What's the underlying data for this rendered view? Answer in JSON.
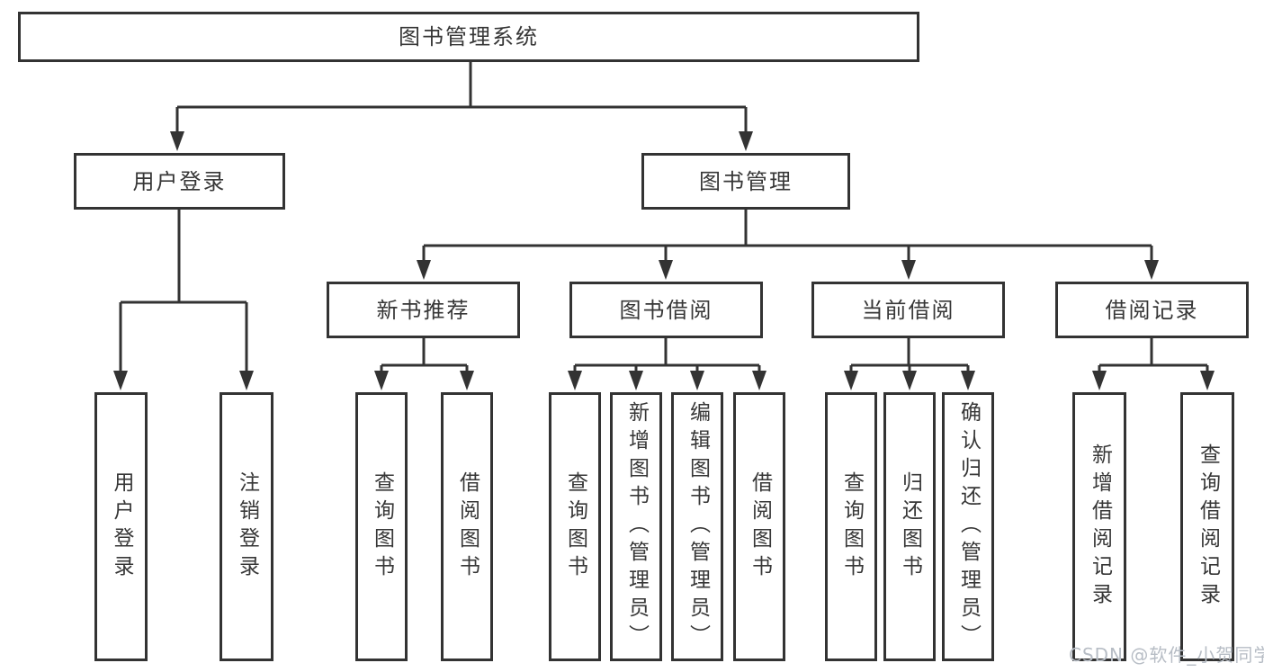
{
  "colors": {
    "line": "#333333",
    "box_border": "#333333",
    "text": "#373737",
    "watermark": "#b7bdc5",
    "background": "#ffffff"
  },
  "watermark": "CSDN @软件_小贺同学",
  "tree": {
    "root": "图书管理系统",
    "branches": [
      {
        "label": "用户登录",
        "children": [
          "用户登录",
          "注销登录"
        ]
      },
      {
        "label": "图书管理",
        "children": [
          {
            "label": "新书推荐",
            "children": [
              "查询图书",
              "借阅图书"
            ]
          },
          {
            "label": "图书借阅",
            "children": [
              "查询图书",
              "新增图书（管理员）",
              "编辑图书（管理员）",
              "借阅图书"
            ]
          },
          {
            "label": "当前借阅",
            "children": [
              "查询图书",
              "归还图书",
              "确认归还（管理员）"
            ]
          },
          {
            "label": "借阅记录",
            "children": [
              "新增借阅记录",
              "查询借阅记录"
            ]
          }
        ]
      }
    ]
  }
}
